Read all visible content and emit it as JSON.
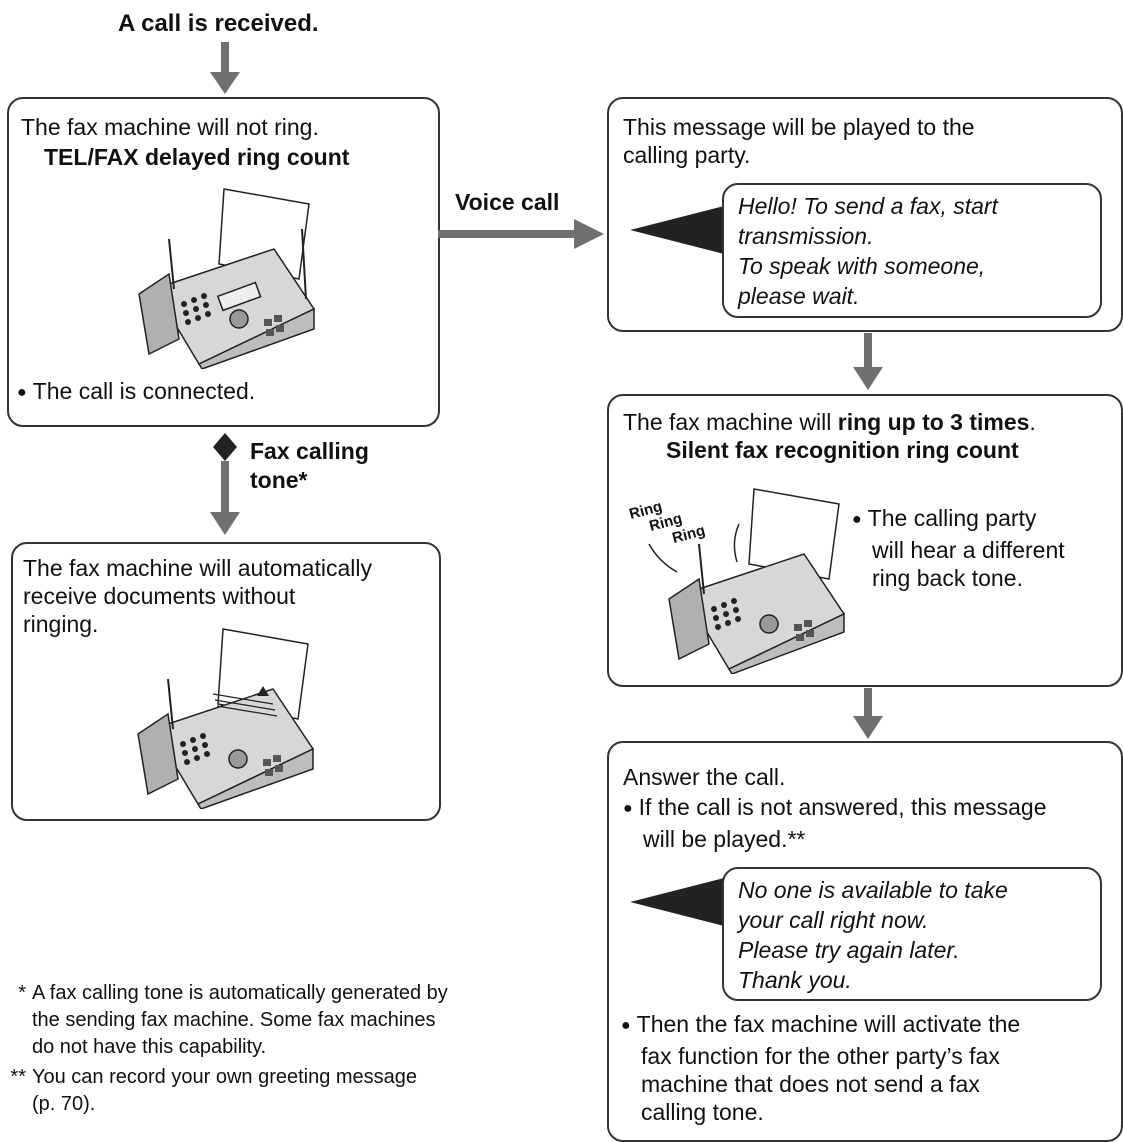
{
  "start": {
    "label": "A call is received."
  },
  "box1": {
    "line1": "The fax machine will not ring.",
    "line2": "TEL/FAX delayed ring count",
    "bullet": "The call is connected."
  },
  "voice_call_label": "Voice call",
  "fax_calling_label": {
    "line1": "Fax calling",
    "line2": "tone*"
  },
  "box2": {
    "line1": "This message will be played to the",
    "line2": "calling party.",
    "speech": [
      "Hello! To send a fax, start",
      "transmission.",
      "To speak with someone,",
      "please wait."
    ]
  },
  "box3": {
    "line1_a": "The fax machine will ",
    "line1_b": "ring up to 3 times",
    "line1_c": ".",
    "line2": "Silent fax recognition ring count",
    "ring_words": [
      "Ring",
      "Ring",
      "Ring"
    ],
    "bullet_lines": [
      "The calling party",
      "will hear a different",
      "ring back tone."
    ]
  },
  "box4": {
    "lines": [
      "The fax machine will automatically",
      "receive documents without",
      "ringing."
    ]
  },
  "box5": {
    "line1": "Answer the call.",
    "bullet1_lines": [
      "If the call is not answered, this message",
      "will be played.**"
    ],
    "speech": [
      "No one is available to take",
      "your call right now.",
      "Please try again later.",
      "Thank you."
    ],
    "bullet2_lines": [
      "Then the fax machine will activate the",
      "fax function for the other party’s fax",
      "machine that does not send a fax",
      "calling tone."
    ]
  },
  "footnotes": {
    "fn1_mark": "*",
    "fn1_lines": [
      "A fax calling tone is automatically generated by",
      "the sending fax machine. Some fax machines",
      "do not have this capability."
    ],
    "fn2_mark": "**",
    "fn2_lines": [
      "You can record your own greeting message",
      "(p. 70)."
    ]
  },
  "colors": {
    "arrow": "#707070",
    "border": "#333333",
    "dark": "#222222"
  }
}
